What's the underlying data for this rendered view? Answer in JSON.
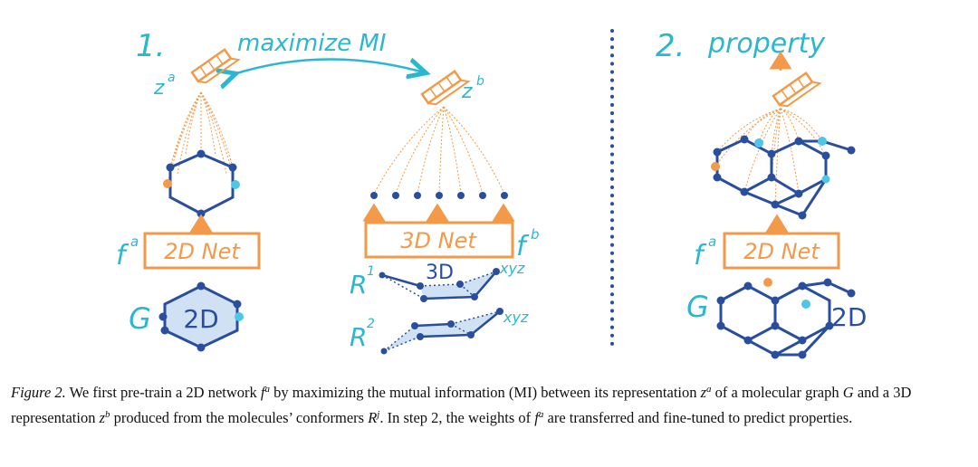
{
  "diagram": {
    "step1": "1.",
    "step2": "2.",
    "maximize_mi": "maximize MI",
    "property": "property",
    "za_label": "z",
    "za_sup": "a",
    "zb_label": "z",
    "zb_sup": "b",
    "fa_label": "f",
    "fa_sup": "a",
    "fb_label": "f",
    "fb_sup": "b",
    "net_2d": "2D Net",
    "net_3d": "3D Net",
    "g_label": "G",
    "hex_2d": "2D",
    "right_2d": "2D",
    "r1_label": "R",
    "r1_sup": "1",
    "r2_label": "R",
    "r2_sup": "2",
    "label_3d": "3D",
    "xyz1": "xyz",
    "xyz2": "xyz",
    "colors": {
      "orange": "#f29a4a",
      "teal": "#2bb7cf",
      "blue": "#2a4e9e",
      "lightblue": "#cfe1f3",
      "cyan_dot": "#4ec6e6"
    }
  },
  "caption": {
    "fig_label": "Figure 2.",
    "t1": " We first pre-train a 2D network ",
    "t1_var": "f",
    "t1_sup": "a",
    "t2": " by maximizing the mutual information (MI) between its representation ",
    "t2_var": "z",
    "t2_sup": "a",
    "t3": " of a molecular graph ",
    "t3_var": "G",
    "t4": " and a 3D representation ",
    "t4_var": "z",
    "t4_sup": "b",
    "t5": " produced from the molecules’ conformers ",
    "t5_var": "R",
    "t5_sup": "j",
    "t6": ". In step 2, the weights of ",
    "t6_var": "f",
    "t6_sup": "a",
    "t7": " are transferred and fine-tuned to predict properties."
  }
}
